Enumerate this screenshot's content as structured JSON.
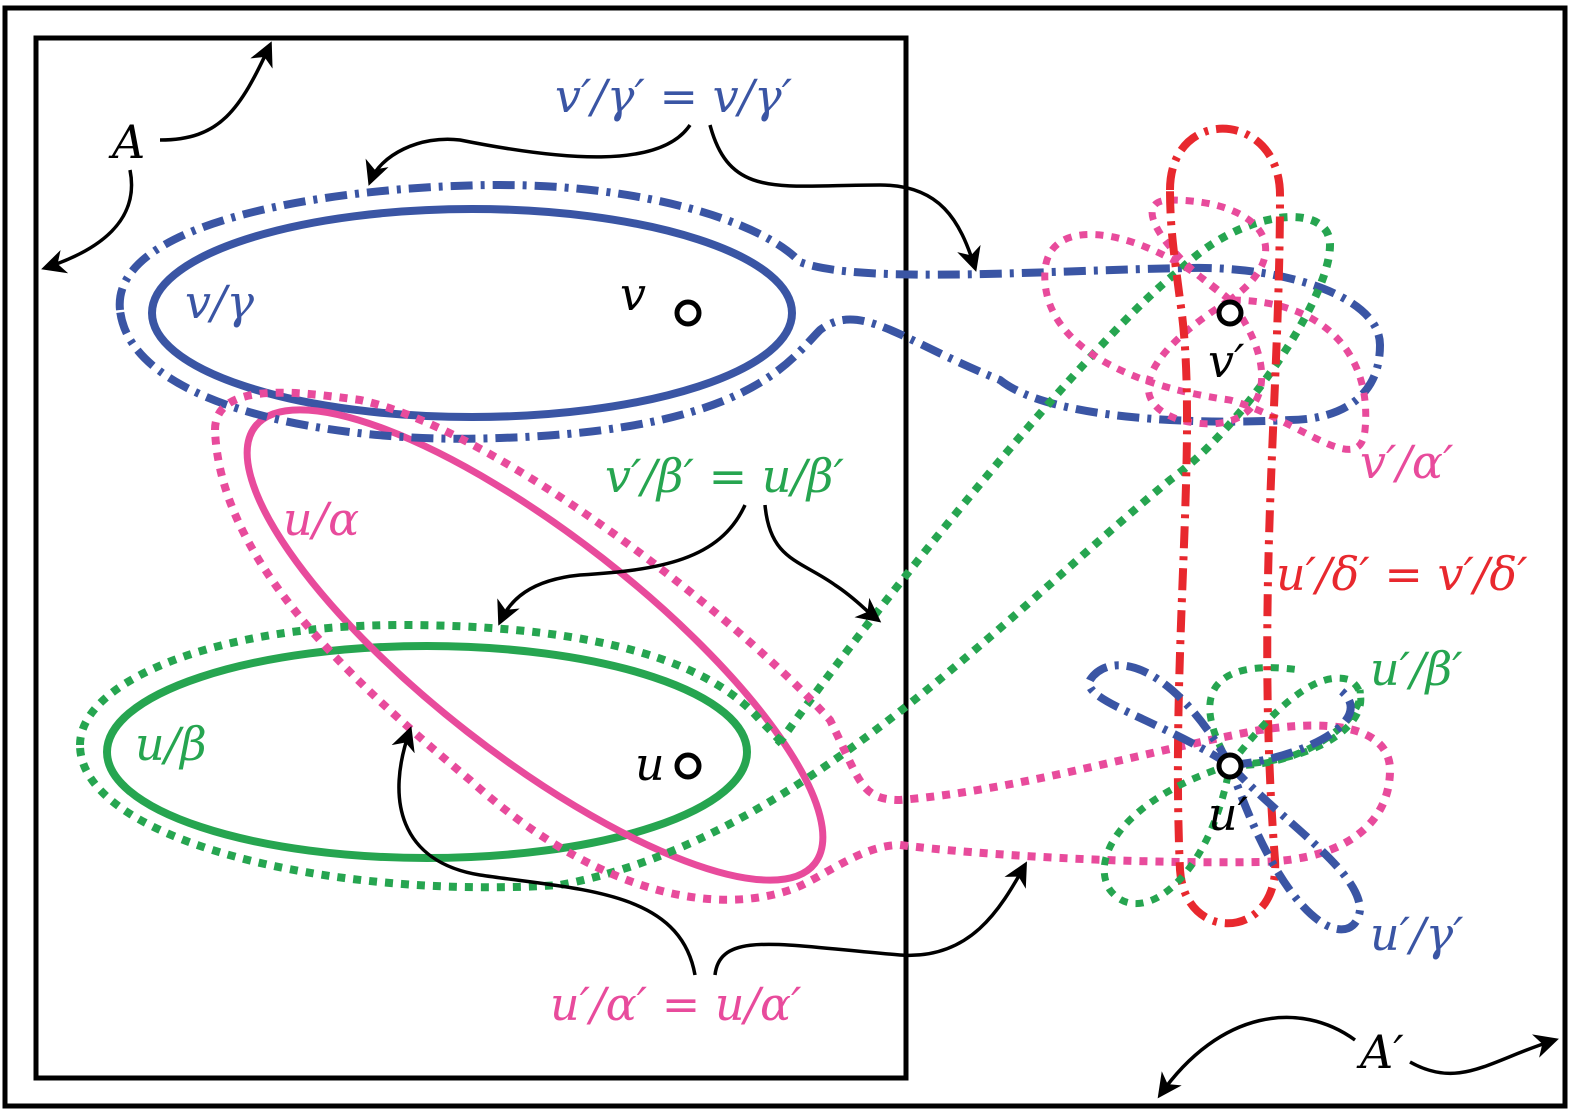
{
  "colors": {
    "blue": "#3a55a4",
    "green": "#26a550",
    "pink": "#e84b9c",
    "red": "#e8282e",
    "black": "#000000"
  },
  "regions": {
    "A": "A",
    "A_prime": "A′"
  },
  "nodes": {
    "v": "v",
    "u": "u",
    "v_prime": "v′",
    "u_prime": "u′"
  },
  "sets": {
    "v_gamma": "v/γ",
    "u_alpha": "u/α",
    "u_beta": "u/β",
    "vp_gammap_eq": "v′/γ′ = v/γ′",
    "vp_betap_eq": "v′/β′ = u/β′",
    "up_alphap_eq": "u′/α′ = u/α′",
    "vp_alphap": "v′/α′",
    "up_deltap_eq": "u′/δ′ = v′/δ′",
    "up_betap": "u′/β′",
    "up_gammap": "u′/γ′"
  }
}
